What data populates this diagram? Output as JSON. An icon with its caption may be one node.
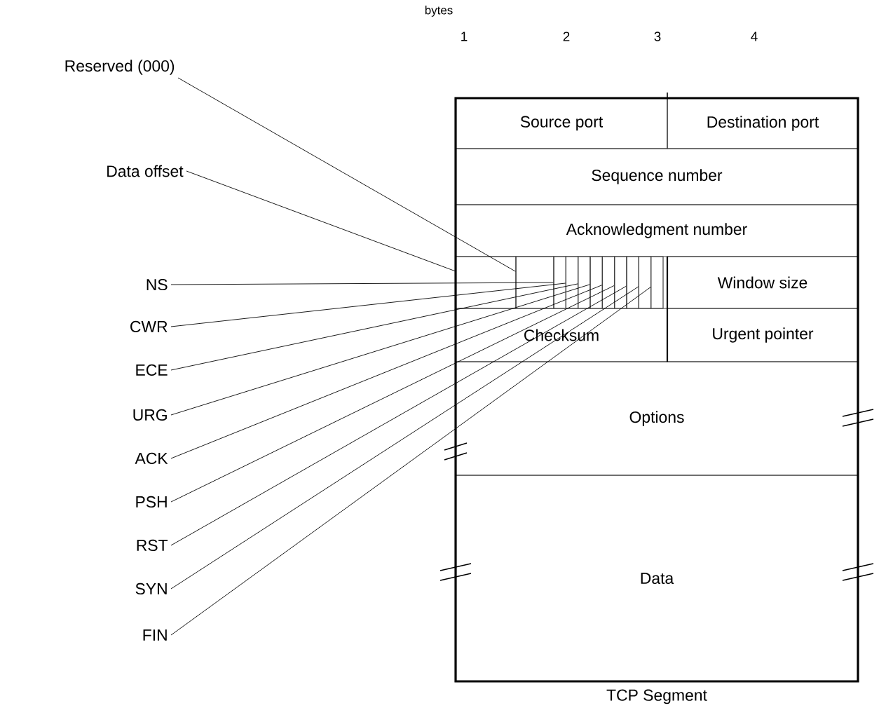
{
  "diagram": {
    "nodes": [
      {
        "text": [
          "TCP Segment"
        ]
      },
      {
        "text": [
          "Source port"
        ],
        "in": 0
      },
      {
        "text": [
          "Destination port"
        ],
        "in": 0
      },
      {
        "text": [
          "Sequence number"
        ],
        "in": 0
      },
      {
        "text": [
          "Acknowledgment number"
        ],
        "in": 0
      },
      {
        "text": [],
        "shape": "box",
        "in": 0
      },
      {
        "text": [],
        "shape": "box",
        "in": 0
      },
      {
        "text": [],
        "shape": "box",
        "in": 0
      },
      {
        "text": [],
        "shape": "box",
        "in": 0
      },
      {
        "text": [],
        "shape": "box",
        "in": 0
      },
      {
        "text": [],
        "shape": "box",
        "in": 0
      },
      {
        "text": [],
        "shape": "box",
        "in": 0
      },
      {
        "text": [],
        "shape": "box",
        "in": 0
      },
      {
        "text": [],
        "shape": "box",
        "in": 0
      },
      {
        "text": [],
        "shape": "box",
        "in": 0
      },
      {
        "text": [],
        "shape": "box",
        "in": 0
      },
      {
        "text": [
          "Window size"
        ],
        "in": 0
      },
      {
        "text": [
          "Checksum"
        ],
        "in": 0
      },
      {
        "text": [
          "Urgent pointer"
        ],
        "in": 0
      },
      {
        "text": [
          "Options"
        ],
        "in": 0
      },
      {
        "text": [
          "Data"
        ],
        "in": 0
      },
      {
        "text": [
          "Reserved (000)"
        ]
      },
      {
        "text": [
          "Data offset"
        ]
      },
      {
        "text": [
          "NS"
        ]
      },
      {
        "text": [
          "CWR"
        ]
      },
      {
        "text": [
          "ECE"
        ]
      },
      {
        "text": [
          "URG"
        ]
      },
      {
        "text": [
          "ACK"
        ]
      },
      {
        "text": [
          "PSH"
        ]
      },
      {
        "text": [
          "RST"
        ]
      },
      {
        "text": [
          "SYN"
        ]
      },
      {
        "text": [
          "FIN"
        ]
      }
    ],
    "edges": [
      {
        "from": 21,
        "to": 6,
        "arrow": "none"
      },
      {
        "from": 22,
        "to": 5,
        "arrow": "none"
      },
      {
        "from": 23,
        "to": 7,
        "arrow": "none"
      },
      {
        "from": 24,
        "to": 8,
        "arrow": "none"
      },
      {
        "from": 25,
        "to": 9,
        "arrow": "none"
      },
      {
        "from": 26,
        "to": 10,
        "arrow": "none"
      },
      {
        "from": 27,
        "to": 11,
        "arrow": "none"
      },
      {
        "from": 28,
        "to": 12,
        "arrow": "none"
      },
      {
        "from": 29,
        "to": 13,
        "arrow": "none"
      },
      {
        "from": 30,
        "to": 14,
        "arrow": "none"
      },
      {
        "from": 31,
        "to": 15,
        "arrow": "none"
      }
    ],
    "labels": [
      "bytes",
      "1",
      "2",
      "3",
      "4"
    ]
  }
}
